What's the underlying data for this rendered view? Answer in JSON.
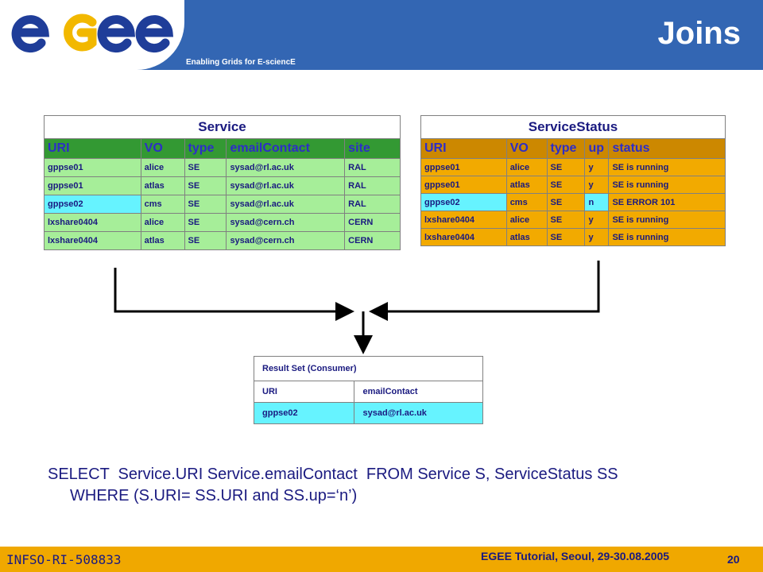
{
  "header": {
    "logo_text": "egee",
    "tagline": "Enabling Grids for E-sciencE",
    "title": "Joins",
    "colors": {
      "blue": "#3366b3",
      "logo_blue": "#1f3d99",
      "logo_yellow": "#f2b800"
    }
  },
  "service_table": {
    "caption": "Service",
    "headers": [
      "URI",
      "VO",
      "type",
      "emailContact",
      "site"
    ],
    "rows": [
      [
        "gppse01",
        "alice",
        "SE",
        "sysad@rl.ac.uk",
        "RAL"
      ],
      [
        "gppse01",
        "atlas",
        "SE",
        "sysad@rl.ac.uk",
        "RAL"
      ],
      [
        "gppse02",
        "cms",
        "SE",
        "sysad@rl.ac.uk",
        "RAL"
      ],
      [
        "lxshare0404",
        "alice",
        "SE",
        "sysad@cern.ch",
        "CERN"
      ],
      [
        "lxshare0404",
        "atlas",
        "SE",
        "sysad@cern.ch",
        "CERN"
      ]
    ]
  },
  "status_table": {
    "caption": "ServiceStatus",
    "headers": [
      "URI",
      "VO",
      "type",
      "up",
      "status"
    ],
    "rows": [
      [
        "gppse01",
        "alice",
        "SE",
        "y",
        "SE is running"
      ],
      [
        "gppse01",
        "atlas",
        "SE",
        "y",
        "SE is running"
      ],
      [
        "gppse02",
        "cms",
        "SE",
        "n",
        "SE ERROR 101"
      ],
      [
        "lxshare0404",
        "alice",
        "SE",
        "y",
        "SE is running"
      ],
      [
        "lxshare0404",
        "atlas",
        "SE",
        "y",
        "SE is running"
      ]
    ]
  },
  "result_table": {
    "caption": "Result Set (Consumer)",
    "headers": [
      "URI",
      "emailContact"
    ],
    "rows": [
      [
        "gppse02",
        "sysad@rl.ac.uk"
      ]
    ]
  },
  "query": {
    "line1": "SELECT  Service.URI Service.emailContact  FROM Service S, ServiceStatus SS",
    "line2": "WHERE (S.URI= SS.URI and SS.up=‘n’)"
  },
  "footer": {
    "left": "INFSO-RI-508833",
    "center": "EGEE Tutorial, Seoul, 29-30.08.2005",
    "page": "20"
  }
}
